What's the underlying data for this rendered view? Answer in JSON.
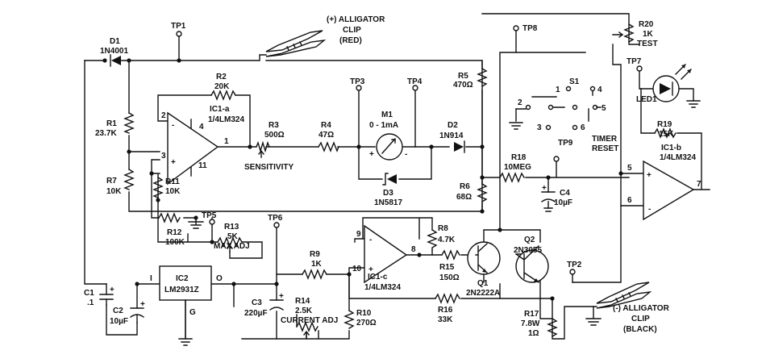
{
  "components": {
    "D1": {
      "ref": "D1",
      "part": "1N4001"
    },
    "D2": {
      "ref": "D2",
      "part": "1N914"
    },
    "D3": {
      "ref": "D3",
      "part": "1N5817"
    },
    "R1": {
      "ref": "R1",
      "value": "23.7K"
    },
    "R2": {
      "ref": "R2",
      "value": "20K"
    },
    "R3": {
      "ref": "R3",
      "value": "500Ω",
      "label": "SENSITIVITY"
    },
    "R4": {
      "ref": "R4",
      "value": "47Ω"
    },
    "R5": {
      "ref": "R5",
      "value": "470Ω"
    },
    "R6": {
      "ref": "R6",
      "value": "68Ω"
    },
    "R7": {
      "ref": "R7",
      "value": "10K"
    },
    "R8": {
      "ref": "R8",
      "value": "4.7K"
    },
    "R9": {
      "ref": "R9",
      "value": "1K"
    },
    "R10": {
      "ref": "R10",
      "value": "270Ω"
    },
    "R11": {
      "ref": "R11",
      "value": "10K"
    },
    "R12": {
      "ref": "R12",
      "value": "100K"
    },
    "R13": {
      "ref": "R13",
      "value": "5K",
      "label": "MAX ADJ"
    },
    "R14": {
      "ref": "R14",
      "value": "2.5K",
      "label": "CURRENT ADJ"
    },
    "R15": {
      "ref": "R15",
      "value": "150Ω"
    },
    "R16": {
      "ref": "R16",
      "value": "33K"
    },
    "R17": {
      "ref": "R17",
      "value": "7.8W",
      "value2": "1Ω"
    },
    "R18": {
      "ref": "R18",
      "value": "10MEG"
    },
    "R19": {
      "ref": "R19",
      "value": "15K"
    },
    "R20": {
      "ref": "R20",
      "value": "1K",
      "label": "TEST"
    },
    "M1": {
      "ref": "M1",
      "value": "0 - 1mA"
    },
    "IC1a": {
      "ref": "IC1-a",
      "part": "1/4LM324"
    },
    "IC1b": {
      "ref": "IC1-b",
      "part": "1/4LM324"
    },
    "IC1c": {
      "ref": "IC1-c",
      "part": "1/4LM324"
    },
    "IC2": {
      "ref": "IC2",
      "part": "LM2931Z",
      "pin_in": "I",
      "pin_out": "O",
      "pin_gnd": "G"
    },
    "Q1": {
      "ref": "Q1",
      "part": "2N2222A"
    },
    "Q2": {
      "ref": "Q2",
      "part": "2N3055"
    },
    "C1": {
      "ref": "C1",
      "value": ".1"
    },
    "C2": {
      "ref": "C2",
      "value": "10µF"
    },
    "C3": {
      "ref": "C3",
      "value": "220µF"
    },
    "C4": {
      "ref": "C4",
      "value": "10µF"
    },
    "LED1": {
      "ref": "LED1"
    },
    "S1": {
      "ref": "S1",
      "label1": "TIMER",
      "label2": "RESET"
    }
  },
  "test_points": [
    "TP1",
    "TP2",
    "TP3",
    "TP4",
    "TP5",
    "TP6",
    "TP7",
    "TP8",
    "TP9"
  ],
  "clips": {
    "positive": {
      "line1": "(+) ALLIGATOR",
      "line2": "CLIP",
      "line3": "(RED)"
    },
    "negative": {
      "line1": "(-) ALLIGATOR",
      "line2": "CLIP",
      "line3": "(BLACK)"
    }
  },
  "pins": {
    "ic1a": {
      "minus": "2",
      "plus": "3",
      "vcc": "4",
      "gnd": "11",
      "out": "1"
    },
    "ic1b": {
      "plus": "5",
      "minus": "6",
      "out": "7"
    },
    "ic1c": {
      "plus": "9",
      "minus": "10",
      "out": "8"
    },
    "s1": [
      "1",
      "2",
      "3",
      "4",
      "5",
      "6"
    ]
  },
  "signs": {
    "plus": "+",
    "minus": "-"
  }
}
